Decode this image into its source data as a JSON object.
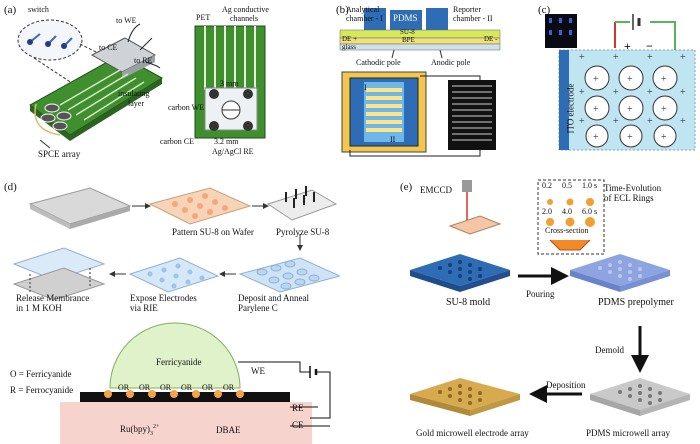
{
  "panels": {
    "a": {
      "label": "(a)",
      "switch": "switch",
      "to_we": "to WE",
      "to_ce": "to CE",
      "to_re": "to RE",
      "insulating": "insulating",
      "layer": "layer",
      "spce": "SPCE array",
      "pet": "PET",
      "ag_channels_1": "Ag conductive",
      "ag_channels_2": "channels",
      "size_3mm": "3 mm",
      "carbon_we": "carbon WE",
      "carbon_ce": "carbon CE",
      "size_32mm": "3.2 mm",
      "agcl_re": "Ag/AgCl RE"
    },
    "b": {
      "label": "(b)",
      "analytical_1": "Analytical",
      "analytical_2": "chamber - I",
      "pdms": "PDMS",
      "reporter_1": "Reporter",
      "reporter_2": "chamber - II",
      "su8": "SU-8",
      "de_plus": "DE +",
      "bpe": "BPE",
      "de_minus": "DE -",
      "glass": "glass",
      "cathodic": "Cathodic pole",
      "anodic": "Anodic pole",
      "chamber_i": "I",
      "chamber_ii": "II"
    },
    "c": {
      "label": "(c)",
      "plus": "+",
      "minus": "−",
      "ito": "ITO electrode"
    },
    "d": {
      "label": "(d)",
      "step1": "Pattern SU-8 on Wafer",
      "step2": "Pyrolyze SU-8",
      "step3_1": "Deposit and Anneal",
      "step3_2": "Parylene C",
      "step4_1": "Expose Electrodes",
      "step4_2": "via RIE",
      "step5_1": "Release Membrance",
      "step5_2": "in 1 M KOH",
      "o_def": "O = Ferricyanide",
      "r_def": "R = Ferrocyanide",
      "ferricyanide": "Ferricyanide",
      "we": "WE",
      "re": "RE",
      "ce": "CE",
      "ru": "Ru(bpy)",
      "ru_sub": "3",
      "ru_sup": "2+",
      "dbae": "DBAE",
      "or": "OR"
    },
    "e": {
      "label": "(e)",
      "emccd": "EMCCD",
      "time_evo_1": "Time-Evolution",
      "time_evo_2": "of ECL Rings",
      "times": [
        "0.2",
        "0.5",
        "1.0 s",
        "2.0",
        "4.0",
        "6.0 s"
      ],
      "cross_section": "Cross-section",
      "su8_mold": "SU-8 mold",
      "pouring": "Pouring",
      "pdms_prepolymer": "PDMS prepolymer",
      "demold": "Demold",
      "deposition": "Deposition",
      "pdms_array": "PDMS microwell array",
      "gold_array": "Gold microwell electrode array"
    }
  },
  "colors": {
    "pcb_green": "#3f8f2f",
    "ito_blue": "#bfe4f2",
    "pdms_blue": "#2e6db6",
    "gold": "#d7aa4f",
    "peach": "#f3c6a6",
    "pink_base": "#f6d3cd",
    "bubble_green": "#dff2c9"
  }
}
